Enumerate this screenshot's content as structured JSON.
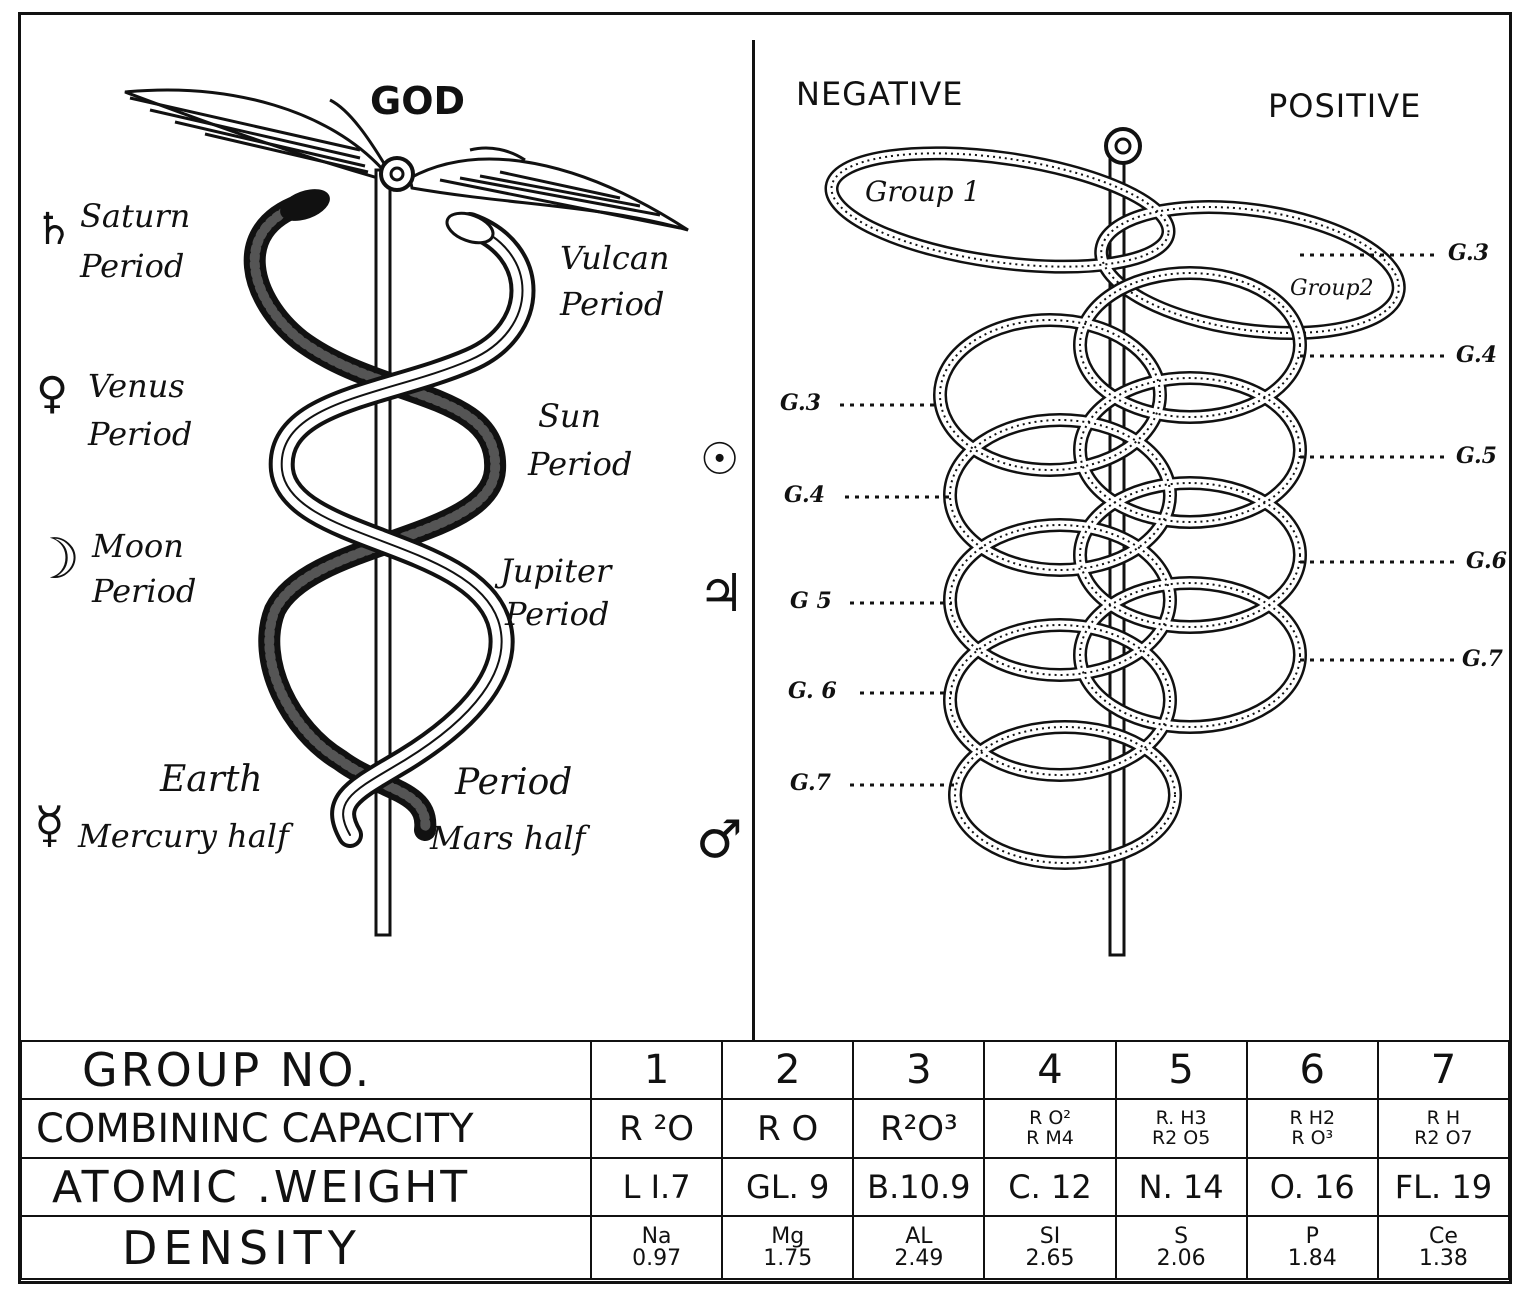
{
  "caduceus": {
    "top_label": "GOD",
    "periods": {
      "saturn": [
        "Saturn",
        "Period"
      ],
      "vulcan": [
        "Vulcan",
        "Period"
      ],
      "venus": [
        "Venus",
        "Period"
      ],
      "sun": [
        "Sun",
        "Period"
      ],
      "moon": [
        "Moon",
        "Period"
      ],
      "jupiter": [
        "Jupiter",
        "Period"
      ],
      "earth": "Earth",
      "earth_period": "Period",
      "mercury": "Mercury half",
      "mars": "Mars half"
    },
    "symbols": {
      "saturn": "♄",
      "venus": "♀",
      "sun": "☉",
      "moon": "☽",
      "jupiter": "♃",
      "mercury": "☿",
      "mars": "♂"
    }
  },
  "spiral": {
    "negative_label": "NEGATIVE",
    "positive_label": "POSITIVE",
    "group1": "Group 1",
    "group2": "Group2",
    "left_tags": [
      "G.3",
      "G.4",
      "G 5",
      "G. 6",
      "G.7"
    ],
    "right_tags": [
      "G.3",
      "G.4",
      "G.5",
      "G.6",
      "G.7"
    ]
  },
  "table": {
    "header": "GROUP NO.",
    "groups": [
      "1",
      "2",
      "3",
      "4",
      "5",
      "6",
      "7"
    ],
    "rows": [
      {
        "label": "COMBININC CAPACITY",
        "cells": [
          [
            "R ²O"
          ],
          [
            "R O"
          ],
          [
            "R²O³"
          ],
          [
            "R O²",
            "R M4"
          ],
          [
            "R. H3",
            "R2 O5"
          ],
          [
            "R H2",
            "R O³"
          ],
          [
            "R H",
            "R2 O7"
          ]
        ]
      },
      {
        "label": "ATOMIC .WEIGHT",
        "cells": [
          [
            "L I.7"
          ],
          [
            "GL. 9"
          ],
          [
            "B.10.9"
          ],
          [
            "C. 12"
          ],
          [
            "N. 14"
          ],
          [
            "O. 16"
          ],
          [
            "FL. 19"
          ]
        ]
      },
      {
        "label": "DENSITY",
        "cells": [
          [
            "Na",
            "0.97"
          ],
          [
            "Mg",
            "1.75"
          ],
          [
            "AL",
            "2.49"
          ],
          [
            "SI",
            "2.65"
          ],
          [
            "S",
            "2.06"
          ],
          [
            "P",
            "1.84"
          ],
          [
            "Ce",
            "1.38"
          ]
        ]
      }
    ]
  }
}
